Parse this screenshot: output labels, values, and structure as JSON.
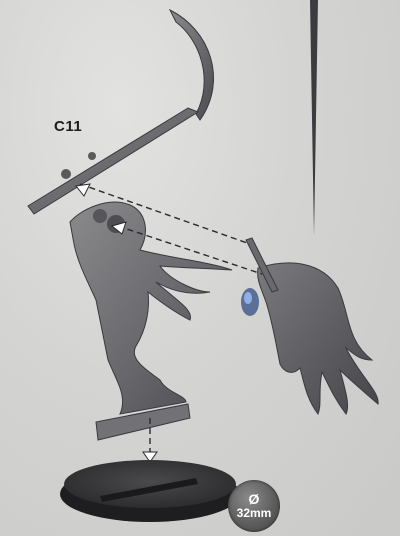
{
  "part_label": "C11",
  "base": {
    "symbol": "Ø",
    "size": "32mm"
  },
  "colors": {
    "background": "#d6d6d4",
    "plastic": "#6f6f72",
    "plastic_dark": "#4a4a4e",
    "base_top": "#3a3a3c",
    "lantern_accent": "#4a6fb0"
  }
}
